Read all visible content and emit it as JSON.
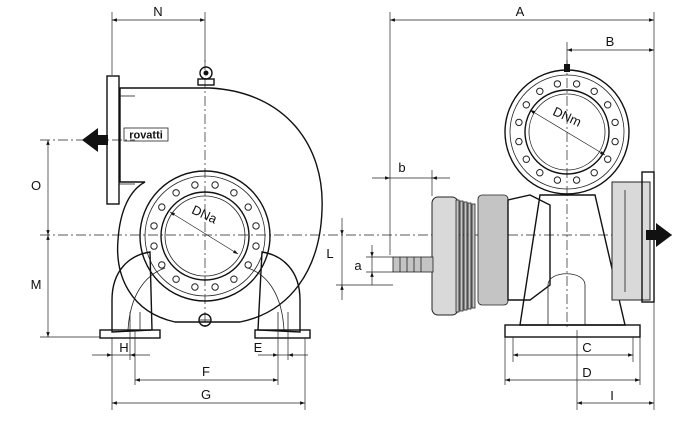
{
  "dimensions": {
    "N": "N",
    "A": "A",
    "B": "B",
    "b": "b",
    "O": "O",
    "M": "M",
    "L": "L",
    "a": "a",
    "H": "H",
    "E": "E",
    "F": "F",
    "G": "G",
    "C": "C",
    "D": "D",
    "I": "I"
  },
  "flanges": {
    "suction": "DNa",
    "discharge": "DNm"
  },
  "brand": "rovatti"
}
